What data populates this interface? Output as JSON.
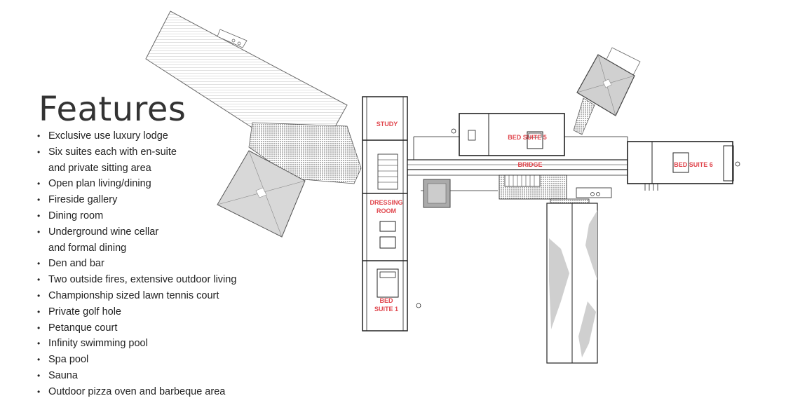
{
  "heading": "Features",
  "features": [
    "Exclusive use luxury lodge",
    "Six suites each with en-suite",
    "and private sitting area",
    "Open plan living/dining",
    "Fireside gallery",
    "Dining room",
    "Underground wine cellar",
    "and formal dining",
    "Den and bar",
    "Two outside fires, extensive outdoor living",
    "Championship sized lawn tennis court",
    "Private golf hole",
    "Petanque court",
    "Infinity swimming pool",
    "Spa pool",
    "Sauna",
    "Outdoor pizza oven and barbeque area"
  ],
  "rooms": {
    "study": "STUDY",
    "bed_suite_5": "BED SUITE 5",
    "bridge": "BRIDGE",
    "bed_suite_6": "BED SUITE 6",
    "dressing_1": "DRESSING",
    "dressing_2": "ROOM",
    "bed_suite_1a": "BED",
    "bed_suite_1b": "SUITE 1"
  },
  "colors": {
    "label": "#e0454c",
    "line": "#222222",
    "roof": "#d6d6d6"
  }
}
